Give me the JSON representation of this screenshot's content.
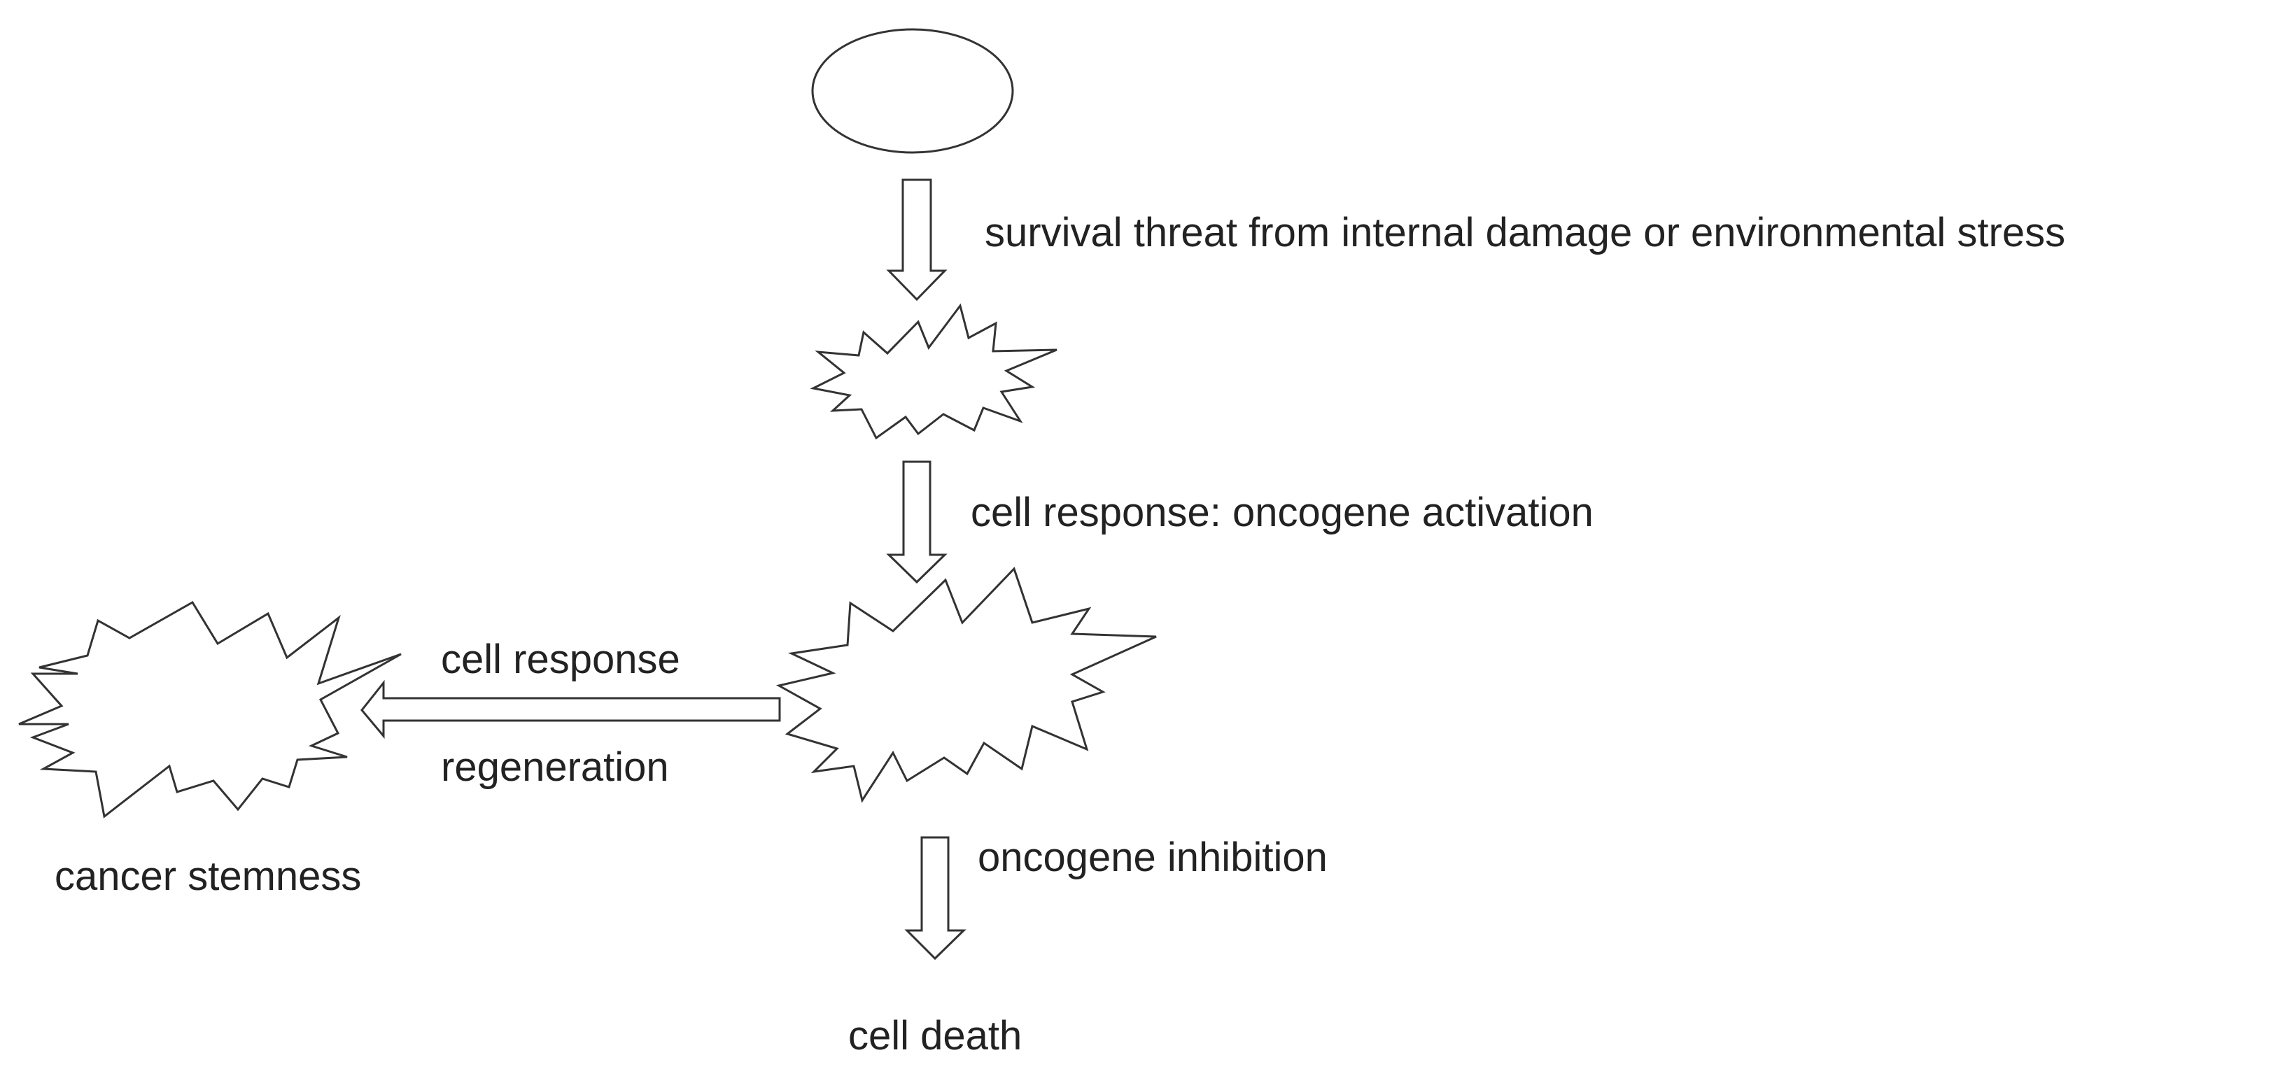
{
  "labels": {
    "survival_threat": "survival threat from internal damage or environmental stress",
    "oncogene_activation": "cell response: oncogene activation",
    "cell_response": "cell response",
    "regeneration": "regeneration",
    "cancer_stemness": "cancer stemness",
    "oncogene_inhibition": "oncogene inhibition",
    "cell_death": "cell death"
  },
  "colors": {
    "stroke": "#333333",
    "text": "#222222",
    "background": "#ffffff"
  }
}
